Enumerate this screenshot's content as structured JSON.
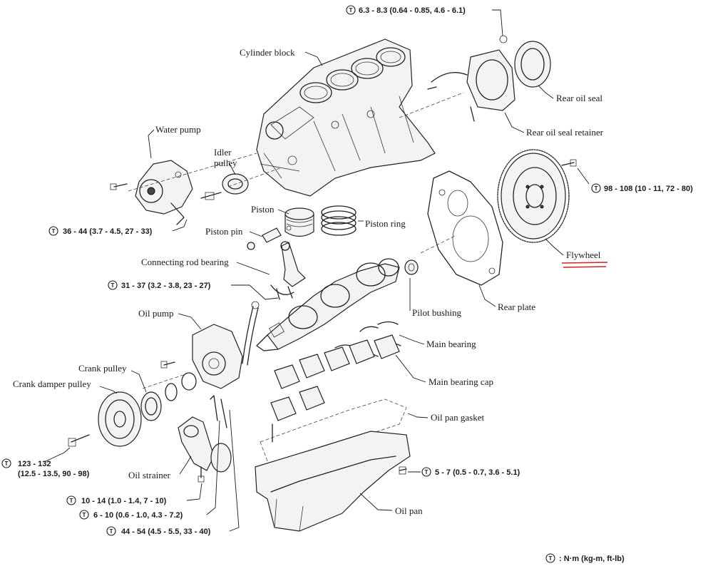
{
  "labels": {
    "cylinder_block": "Cylinder block",
    "water_pump": "Water pump",
    "idler_pulley_line1": "Idler",
    "idler_pulley_line2": "pulley",
    "piston": "Piston",
    "piston_pin": "Piston pin",
    "piston_ring": "Piston ring",
    "connecting_rod_bearing": "Connecting rod bearing",
    "oil_pump": "Oil pump",
    "crank_pulley": "Crank pulley",
    "crank_damper_pulley": "Crank damper pulley",
    "oil_strainer": "Oil strainer",
    "rear_oil_seal": "Rear oil seal",
    "rear_oil_seal_retainer": "Rear oil seal retainer",
    "flywheel": "Flywheel",
    "rear_plate": "Rear plate",
    "pilot_bushing": "Pilot bushing",
    "main_bearing": "Main bearing",
    "main_bearing_cap": "Main bearing cap",
    "oil_pan_gasket": "Oil pan gasket",
    "oil_pan": "Oil pan"
  },
  "torques": {
    "rear_retainer_bolt": "6.3 - 8.3 (0.64 - 0.85, 4.6 - 6.1)",
    "flywheel_bolt": "98 - 108 (10 - 11, 72 - 80)",
    "water_pump_bolt": "36 - 44 (3.7 - 4.5, 27 - 33)",
    "connecting_rod_nut": "31 - 37 (3.2 - 3.8, 23 - 27)",
    "crank_pulley_bolt_line1": "123 - 132",
    "crank_pulley_bolt_line2": "(12.5 - 13.5, 90 - 98)",
    "oil_pan_bolt": "5 - 7 (0.5 - 0.7, 3.6 - 5.1)",
    "oil_strainer_a": "10 - 14 (1.0 - 1.4, 7 - 10)",
    "oil_strainer_b": "6 - 10 (0.6 - 1.0, 4.3 - 7.2)",
    "oil_strainer_c": "44 - 54 (4.5 - 5.5, 33 - 40)"
  },
  "legend": {
    "symbol": "T",
    "text": ": N·m (kg-m, ft-lb)"
  },
  "colors": {
    "ink": "#1a1a1a",
    "highlight_underline": "#d42020"
  }
}
